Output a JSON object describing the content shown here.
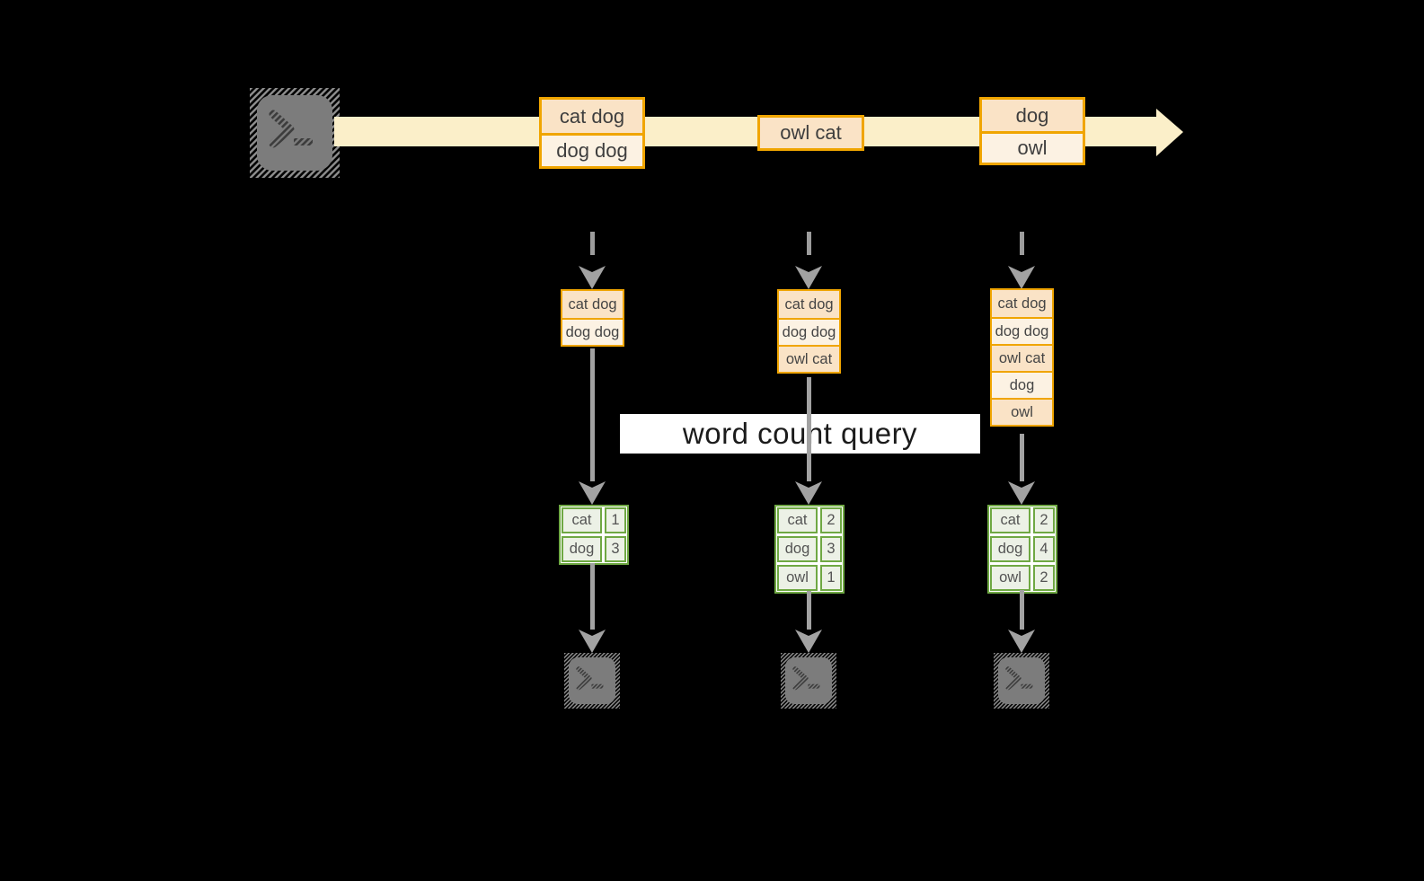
{
  "query": {
    "label": "word count query"
  },
  "stream": {
    "batches": [
      {
        "lines": [
          "cat dog",
          "dog dog"
        ]
      },
      {
        "lines": [
          "owl cat"
        ]
      },
      {
        "lines": [
          "dog",
          "owl"
        ]
      }
    ]
  },
  "states": [
    {
      "lines": [
        "cat dog",
        "dog dog"
      ]
    },
    {
      "lines": [
        "cat dog",
        "dog dog",
        "owl cat"
      ]
    },
    {
      "lines": [
        "cat dog",
        "dog dog",
        "owl cat",
        "dog",
        "owl"
      ]
    }
  ],
  "results": [
    {
      "rows": [
        {
          "word": "cat",
          "count": "1"
        },
        {
          "word": "dog",
          "count": "3"
        }
      ]
    },
    {
      "rows": [
        {
          "word": "cat",
          "count": "2"
        },
        {
          "word": "dog",
          "count": "3"
        },
        {
          "word": "owl",
          "count": "1"
        }
      ]
    },
    {
      "rows": [
        {
          "word": "cat",
          "count": "2"
        },
        {
          "word": "dog",
          "count": "4"
        },
        {
          "word": "owl",
          "count": "2"
        }
      ]
    }
  ],
  "icons": {
    "producer": "terminal-icon",
    "consumer1": "terminal-icon",
    "consumer2": "terminal-icon",
    "consumer3": "terminal-icon"
  },
  "colors": {
    "accent_gold": "#F0A500",
    "record_peach": "#FAE3C6",
    "record_cream": "#FCF2E3",
    "stream_band": "#FBEFC9",
    "table_green": "#6FA843",
    "table_fill": "#ECF1E6",
    "arrow_gray": "#A2A2A2",
    "banner_bg": "#FFFFFF",
    "background": "#000000"
  }
}
